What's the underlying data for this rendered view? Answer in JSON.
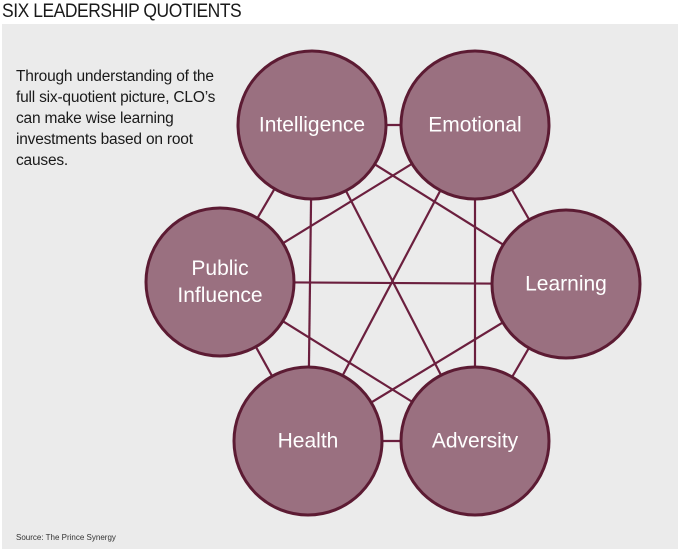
{
  "title": "SIX LEADERSHIP QUOTIENTS",
  "intro": "Through understanding of the full six-quotient picture, CLO’s can make wise learning investments based on root causes.",
  "source": "Source: The Prince Synergy",
  "colors": {
    "node_fill": "#9a7080",
    "node_stroke": "#5c1b33",
    "line": "#6b1f3e",
    "background": "#ebebeb",
    "label": "#ffffff"
  },
  "nodes": [
    {
      "id": "intelligence",
      "lines": [
        "Intelligence"
      ]
    },
    {
      "id": "emotional",
      "lines": [
        "Emotional"
      ]
    },
    {
      "id": "learning",
      "lines": [
        "Learning"
      ]
    },
    {
      "id": "adversity",
      "lines": [
        "Adversity"
      ]
    },
    {
      "id": "health",
      "lines": [
        "Health"
      ]
    },
    {
      "id": "public-influence",
      "lines": [
        "Public",
        "Influence"
      ]
    }
  ]
}
